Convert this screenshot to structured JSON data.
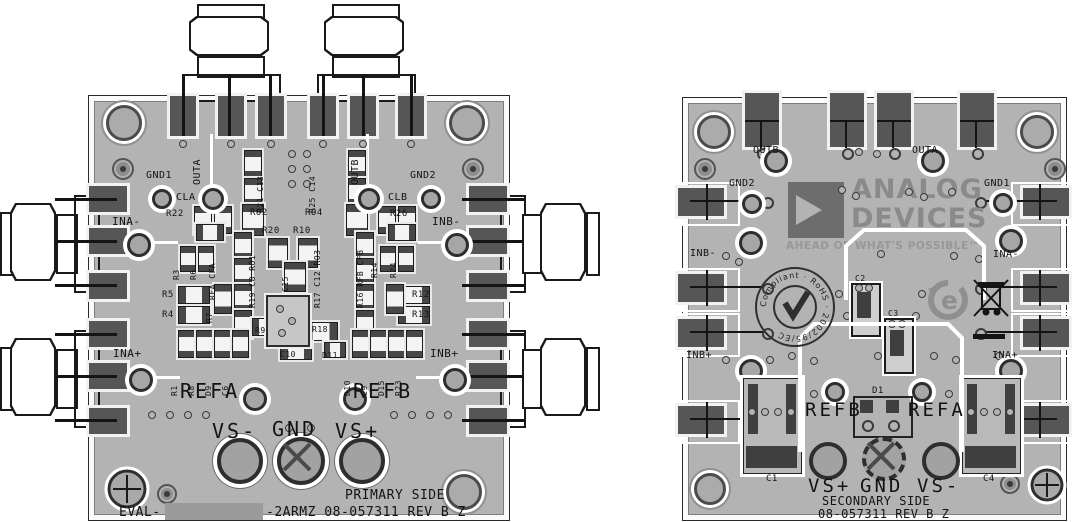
{
  "colors": {
    "board": "#b3b3b3",
    "pad": "#565656",
    "silk": "#ffffff",
    "ink": "#131313",
    "logo_grey": "#8a8a8a",
    "logo_square": "#6d6d6d"
  },
  "left": {
    "side": "PRIMARY SIDE",
    "eval_prefix": "EVAL-",
    "eval_suffix": "-2ARMZ 08-057311 REV B Z",
    "ports": {
      "gnd1": "GND1",
      "gnd2": "GND2",
      "outa": "OUTA",
      "outb": "OUTB",
      "cla": "CLA",
      "clb": "CLB",
      "inam": "INA-",
      "inbm": "INB-",
      "inap": "INA+",
      "inbp": "INB+",
      "refa": "REFA",
      "refb": "REFB",
      "vsm": "VS-",
      "gnd": "GND",
      "vsp": "VS+"
    },
    "refdes": {
      "r22": "R22",
      "r26": "R26",
      "ro2": "RO2",
      "ro4": "RO4",
      "r20": "R20",
      "r10": "R10",
      "r21c13": "R21 C13",
      "r25c14": "R25 C14",
      "rfacfa": "RFA CFA",
      "r16rfbcfb": "R16 RFB CFB",
      "r19col": "R19 C8 RO1",
      "r17col": "R17 C12 RO3",
      "r7": "R7",
      "r3": "R3",
      "r6": "R6",
      "r14": "R14",
      "r24": "R24",
      "r5": "R5",
      "r4": "R4",
      "r12": "R12",
      "r13": "R13",
      "c15": "C15",
      "r9": "R9",
      "r18": "R18",
      "c10": "C10",
      "d11": "D11",
      "r1": "R1",
      "r8": "R8",
      "d9": "D9",
      "c6": "C6",
      "d10": "D10",
      "c9": "C9",
      "d15": "D15",
      "r23": "R23"
    }
  },
  "right": {
    "side": "SECONDARY SIDE",
    "part": "08-057311 REV B Z",
    "ports": {
      "outb": "OUTB",
      "outa": "OUTA",
      "gnd2": "GND2",
      "gnd1": "GND1",
      "inbm": "INB-",
      "inam": "INA-",
      "inbp": "INB+",
      "inap": "INA+",
      "refb": "REFB",
      "refa": "REFA",
      "vsp": "VS+",
      "gnd": "GND",
      "vsm": "VS-"
    },
    "refdes": {
      "c2": "C2",
      "c3": "C3",
      "d1": "D1",
      "c1": "C1",
      "c4": "C4"
    },
    "logo": {
      "line1": "ANALOG",
      "line2": "DEVICES",
      "tagline": "AHEAD OF WHAT'S POSSIBLE™"
    },
    "marks": {
      "rohs": "Compliant · RoHS · 2002/95/EC",
      "emark": "e"
    }
  }
}
